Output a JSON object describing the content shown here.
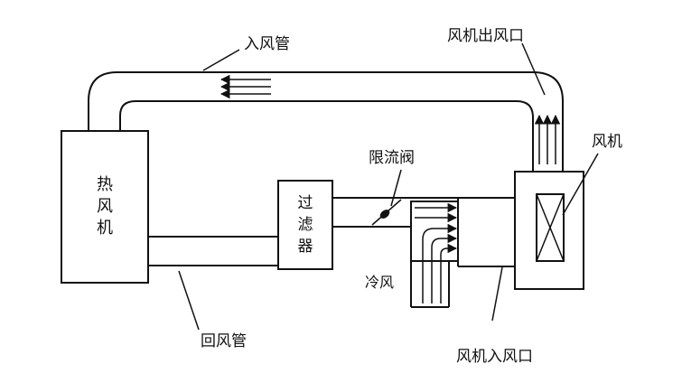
{
  "labels": {
    "heater": [
      "热",
      "风",
      "机"
    ],
    "filter": [
      "过",
      "滤",
      "器"
    ],
    "inlet_duct": "入风管",
    "return_duct": "回风管",
    "fan_outlet": "风机出风口",
    "fan": "风机",
    "limit_valve": "限流阀",
    "cold_air": "冷风",
    "fan_inlet": "风机入风口"
  }
}
